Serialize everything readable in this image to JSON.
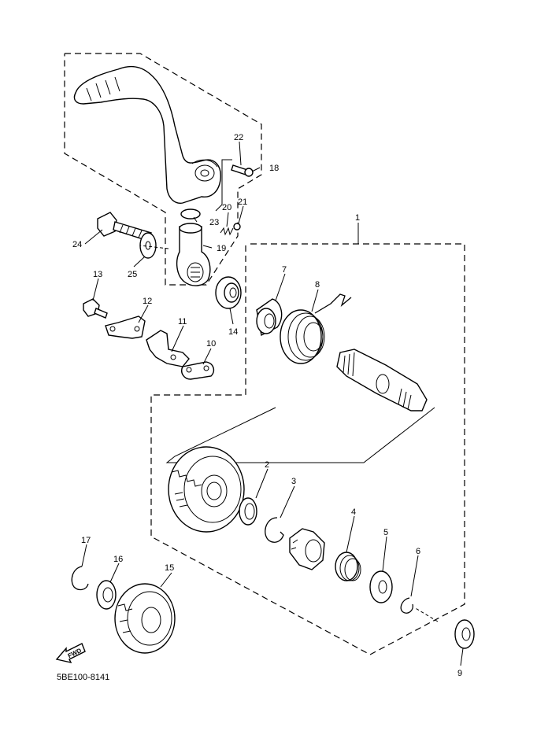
{
  "diagram": {
    "code": "5BE100-8141",
    "fwd_label": "FWD",
    "callouts": {
      "c1": "1",
      "c2": "2",
      "c3": "3",
      "c4": "4",
      "c5": "5",
      "c6": "6",
      "c7": "7",
      "c8": "8",
      "c9": "9",
      "c10": "10",
      "c11": "11",
      "c12": "12",
      "c13": "13",
      "c14": "14",
      "c15": "15",
      "c16": "16",
      "c17": "17",
      "c18": "18",
      "c19": "19",
      "c20": "20",
      "c21": "21",
      "c22": "22",
      "c23": "23",
      "c24": "24",
      "c25": "25"
    }
  }
}
